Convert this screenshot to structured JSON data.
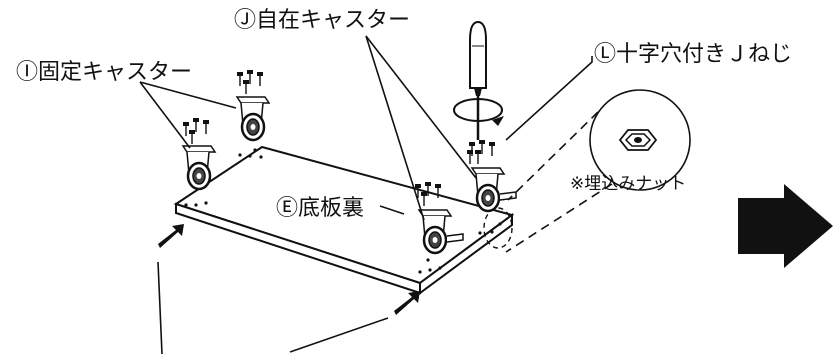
{
  "labels": {
    "fixed_caster": "Ⓘ固定キャスター",
    "free_caster": "Ⓙ自在キャスター",
    "screw": "Ⓛ十字穴付きＪねじ",
    "bottom_board": "Ⓔ底板裏",
    "embedded_nut": "※埋込みナット"
  },
  "colors": {
    "line": "#111111",
    "fill_board": "#ffffff",
    "arrow": "#111111"
  },
  "icons": {
    "next_step": "right-arrow-icon",
    "screwdriver": "screwdriver-icon",
    "nut": "hex-nut-icon"
  }
}
